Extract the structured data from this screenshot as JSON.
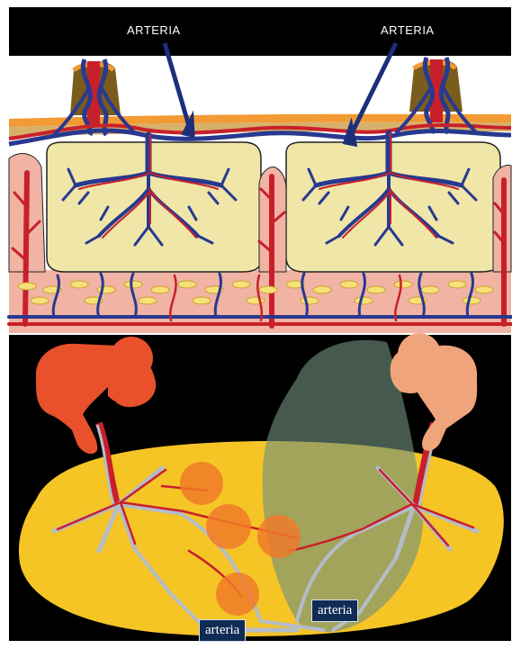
{
  "top_panel": {
    "label_left": "ARTERIA",
    "label_right": "ARTERIA"
  },
  "bottom_panel": {
    "label_box_left": "arteria",
    "label_box_right": "arteria"
  },
  "colors": {
    "artery_red": "#c8202a",
    "vein_blue": "#28398f",
    "villus_fill": "#efe6a8",
    "decidua_pink": "#f0b3a4",
    "placenta_yellow": "#f5c526",
    "fetus_left": "#e8512b",
    "fetus_right": "#f0a47c",
    "translucent_sac": "#6f8f7c",
    "vessel_grey": "#b4bcc9"
  }
}
